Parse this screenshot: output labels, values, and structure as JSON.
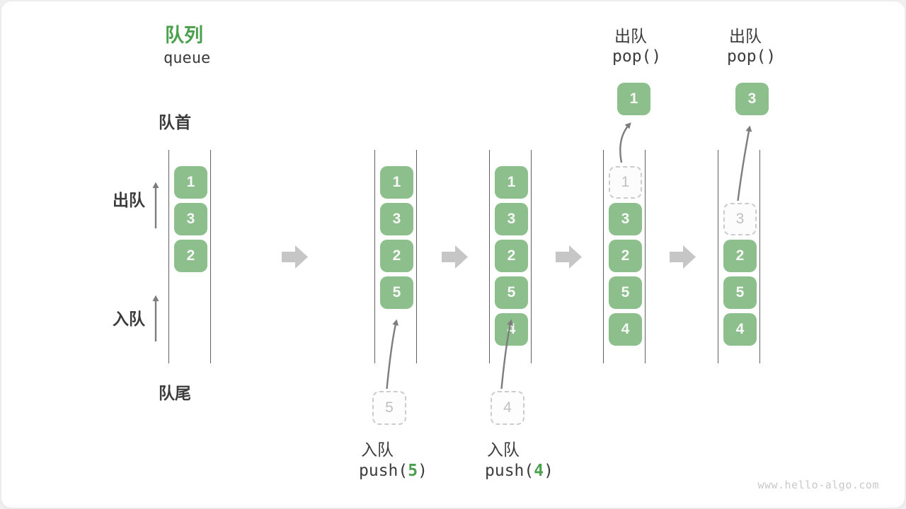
{
  "colors": {
    "accent-green": "#4aa04c",
    "box-green": "#8cbf8c",
    "box-text": "#f8f8f8",
    "text-dark": "#3c3c3c",
    "channel-line": "#606060",
    "thin-arrow": "#7d7d7d",
    "block-arrow": "#c6c6c6",
    "dashed-border": "#cccccc",
    "ghost-text": "#c0c0c0",
    "watermark": "#c9c9c9"
  },
  "title": {
    "zh": "队列",
    "en": "queue"
  },
  "side_labels": {
    "front": "队首",
    "rear": "队尾",
    "dequeue": "出队",
    "enqueue": "入队"
  },
  "states": [
    {
      "boxes": [
        {
          "v": "1"
        },
        {
          "v": "3"
        },
        {
          "v": "2"
        }
      ]
    },
    {
      "boxes": [
        {
          "v": "1"
        },
        {
          "v": "3"
        },
        {
          "v": "2"
        },
        {
          "v": "5"
        }
      ],
      "pending": "5",
      "caption_zh": "入队",
      "caption_fn": "push(",
      "caption_arg": "5",
      "caption_close": ")"
    },
    {
      "boxes": [
        {
          "v": "1"
        },
        {
          "v": "3"
        },
        {
          "v": "2"
        },
        {
          "v": "5"
        },
        {
          "v": "4"
        }
      ],
      "pending": "4",
      "caption_zh": "入队",
      "caption_fn": "push(",
      "caption_arg": "4",
      "caption_close": ")"
    },
    {
      "ghost": "1",
      "boxes": [
        {
          "v": "3"
        },
        {
          "v": "2"
        },
        {
          "v": "5"
        },
        {
          "v": "4"
        }
      ],
      "popped": "1",
      "caption_zh": "出队",
      "caption_code": "pop()"
    },
    {
      "ghost": "3",
      "boxes": [
        {
          "v": "2"
        },
        {
          "v": "5"
        },
        {
          "v": "4"
        }
      ],
      "popped": "3",
      "caption_zh": "出队",
      "caption_code": "pop()"
    }
  ],
  "watermark": "www.hello-algo.com"
}
